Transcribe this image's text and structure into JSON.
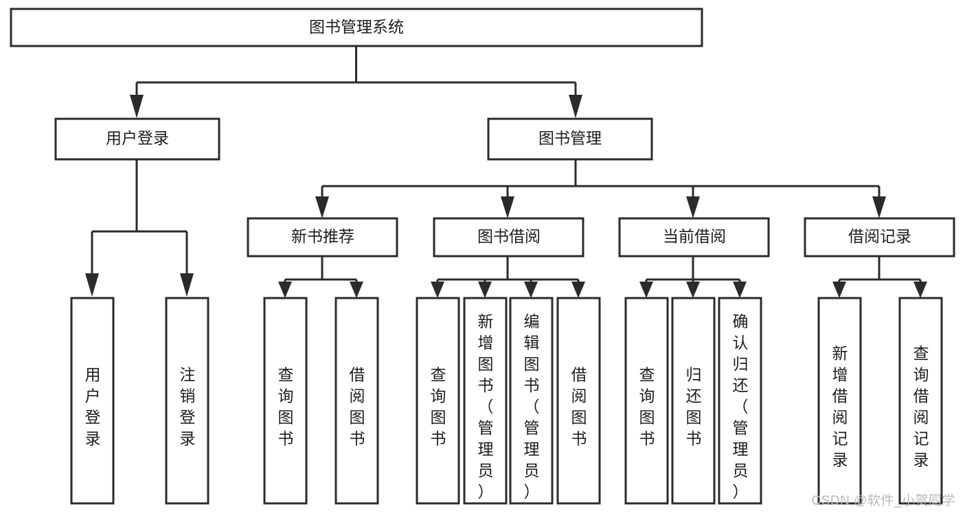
{
  "diagram": {
    "type": "tree",
    "title": "图书管理系统",
    "watermark": "CSDN @软件_小贺同学",
    "colors": {
      "background": "#ffffff",
      "stroke": "#2b2b2b",
      "text": "#1d1d1d",
      "watermark": "#b9b9b9"
    },
    "levels": {
      "root_label": "图书管理系统",
      "level1": [
        "用户登录",
        "图书管理"
      ],
      "level2": [
        "新书推荐",
        "图书借阅",
        "当前借阅",
        "借阅记录"
      ],
      "leaves": [
        "用户登录",
        "注销登录",
        "查询图书",
        "借阅图书",
        "查询图书",
        "新增图书（管理员）",
        "编辑图书（管理员）",
        "借阅图书",
        "查询图书",
        "归还图书",
        "确认归还（管理员）",
        "新增借阅记录",
        "查询借阅记录"
      ]
    },
    "nodes": {
      "root": {
        "label": "图书管理系统"
      },
      "user_login": {
        "label": "用户登录"
      },
      "book_manage": {
        "label": "图书管理"
      },
      "new_book_rec": {
        "label": "新书推荐"
      },
      "book_borrow": {
        "label": "图书借阅"
      },
      "current_borrow": {
        "label": "当前借阅"
      },
      "borrow_record": {
        "label": "借阅记录"
      },
      "leaf_user_login": {
        "label": "用户登录"
      },
      "leaf_user_logout": {
        "label": "注销登录"
      },
      "leaf_query_book_1": {
        "label": "查询图书"
      },
      "leaf_borrow_book_1": {
        "label": "借阅图书"
      },
      "leaf_query_book_2": {
        "label": "查询图书"
      },
      "leaf_add_book": {
        "label": "新增图书（管理员）"
      },
      "leaf_edit_book": {
        "label": "编辑图书（管理员）"
      },
      "leaf_borrow_book_2": {
        "label": "借阅图书"
      },
      "leaf_query_book_3": {
        "label": "查询图书"
      },
      "leaf_return_book": {
        "label": "归还图书"
      },
      "leaf_confirm_return": {
        "label": "确认归还（管理员）"
      },
      "leaf_add_record": {
        "label": "新增借阅记录"
      },
      "leaf_query_record": {
        "label": "查询借阅记录"
      }
    }
  }
}
